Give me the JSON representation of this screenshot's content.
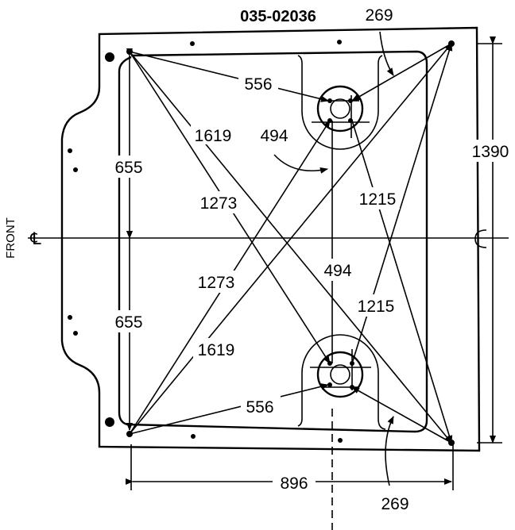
{
  "title": "035-02036",
  "front_label": "FRONT",
  "centerline_symbol": "℄",
  "dimensions": {
    "top_angle": "269",
    "bottom_angle": "269",
    "upper_556": "556",
    "lower_556": "556",
    "upper_1619": "1619",
    "lower_1619": "1619",
    "upper_494": "494",
    "center_494": "494",
    "upper_655": "655",
    "lower_655": "655",
    "upper_1273": "1273",
    "lower_1273": "1273",
    "upper_1215": "1215",
    "lower_1215": "1215",
    "height_1390": "1390",
    "width_896": "896"
  }
}
